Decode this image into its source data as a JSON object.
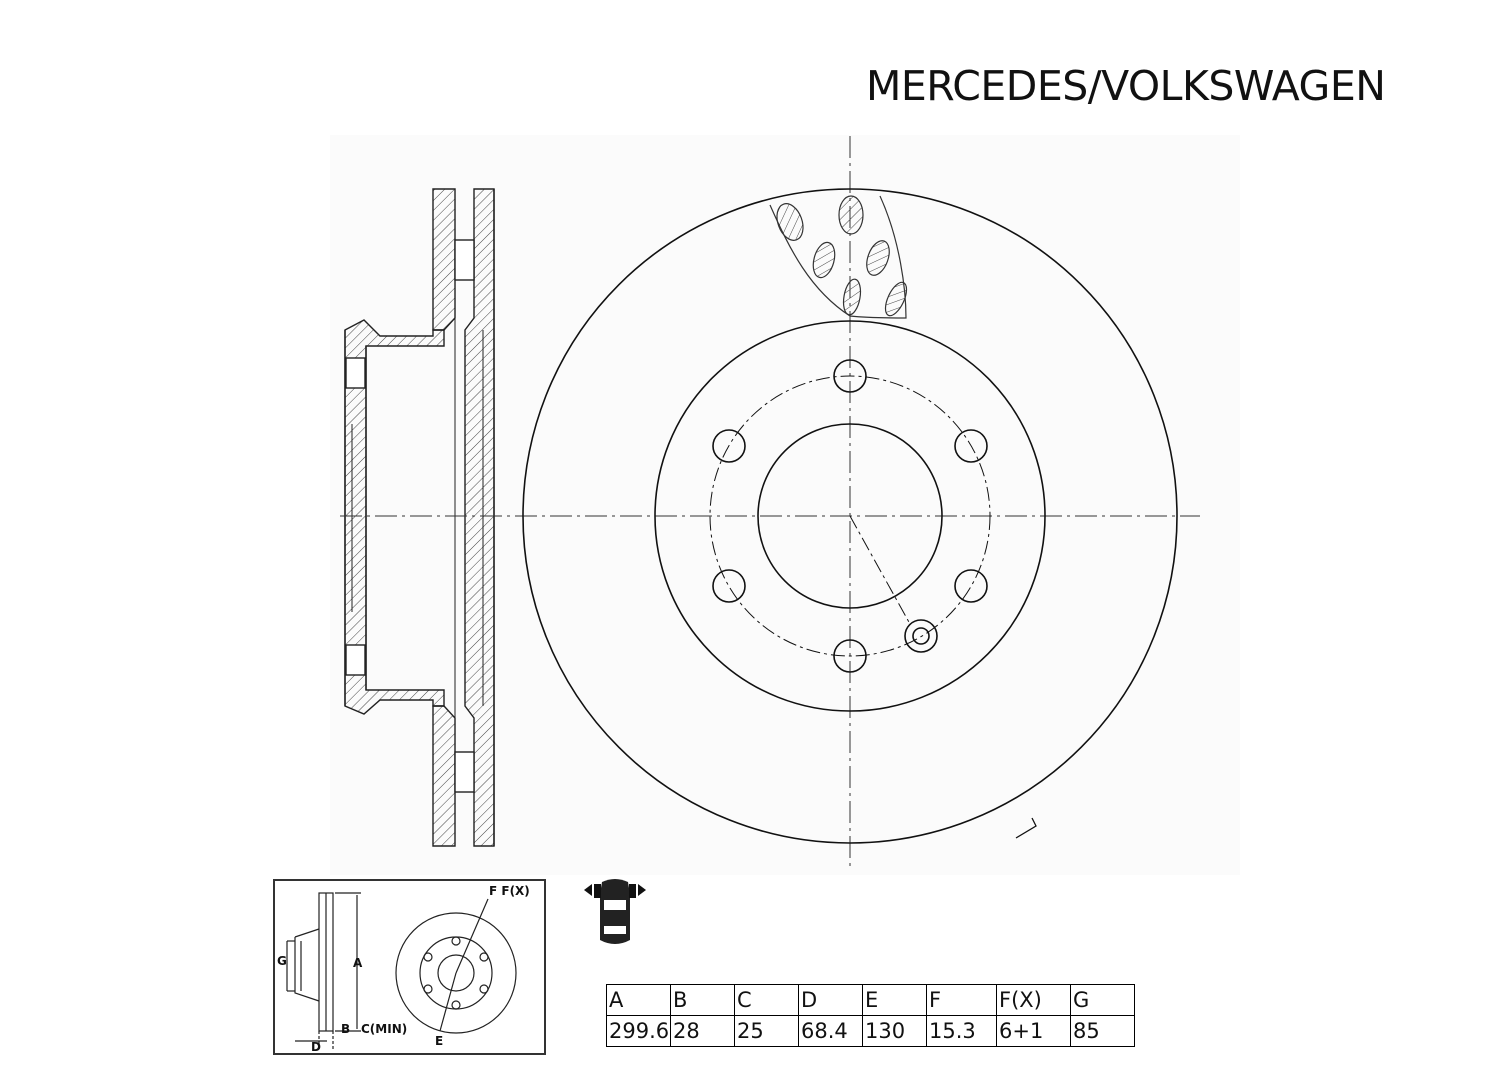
{
  "title": "MERCEDES/VOLKSWAGEN",
  "inset_labels": {
    "f_fx": "F  F(X)",
    "g": "G",
    "a": "A",
    "b": "B",
    "c_min": "C(MIN)",
    "d": "D",
    "e": "E"
  },
  "spec_table": {
    "headers": [
      "A",
      "B",
      "C",
      "D",
      "E",
      "F",
      "F(X)",
      "G"
    ],
    "values": [
      "299.6",
      "28",
      "25",
      "68.4",
      "130",
      "15.3",
      "6+1",
      "85"
    ]
  },
  "axle": "front",
  "icons": [
    "brake-disc-drawing",
    "car-axle-icon"
  ]
}
